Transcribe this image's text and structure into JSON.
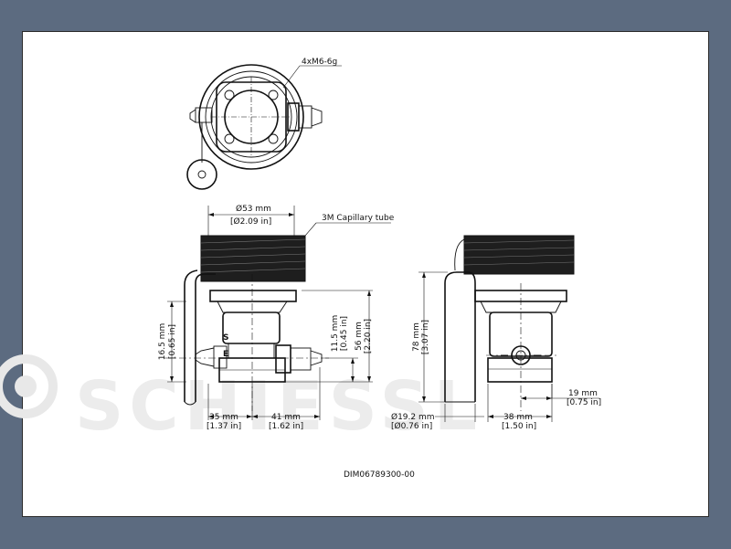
{
  "watermark": "SCHIESSL",
  "drawing_id": "DIM06789300-00",
  "callouts": {
    "bolts": "4xM6-6g",
    "capillary": "3M Capillary tube"
  },
  "dimensions": {
    "dia53_mm": "Ø53 mm",
    "dia53_in": "[Ø2.09 in]",
    "h16_mm": "16.5 mm",
    "h16_in": "[0.65 in]",
    "h11_mm": "11.5 mm",
    "h11_in": "[0.45 in]",
    "h56_mm": "56 mm",
    "h56_in": "[2.20 in]",
    "w35_mm": "35 mm",
    "w35_in": "[1.37 in]",
    "w41_mm": "41 mm",
    "w41_in": "[1.62 in]",
    "h78_mm": "78 mm",
    "h78_in": "[3.07 in]",
    "dia19_mm": "Ø19.2 mm",
    "dia19_in": "[Ø0.76 in]",
    "w38_mm": "38 mm",
    "w38_in": "[1.50 in]",
    "w19_mm": "19 mm",
    "w19_in": "[0.75 in]"
  },
  "body_marks": {
    "mark_top": "S",
    "mark_bottom": "E"
  }
}
